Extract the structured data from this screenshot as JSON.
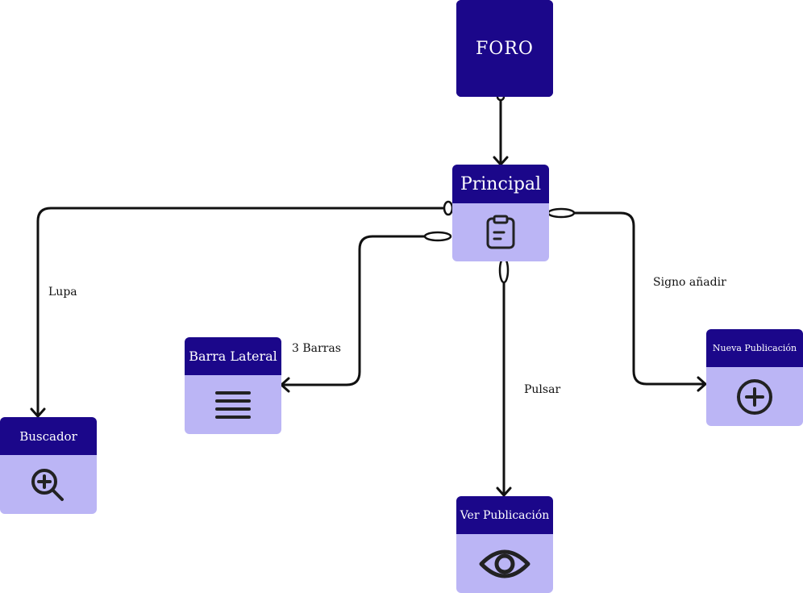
{
  "colors": {
    "header": "#1b078a",
    "body": "#bbb5f5",
    "edge": "#111111",
    "icon": "#222222"
  },
  "nodes": {
    "foro": {
      "title": "FORO"
    },
    "principal": {
      "title": "Principal",
      "icon": "clipboard-icon"
    },
    "buscador": {
      "title": "Buscador",
      "icon": "zoom-in-icon"
    },
    "barra_lateral": {
      "title": "Barra Lateral",
      "icon": "menu-bars-icon"
    },
    "ver_publicacion": {
      "title": "Ver Publicación",
      "icon": "eye-icon"
    },
    "nueva_publicacion": {
      "title": "Nueva Publicación",
      "icon": "plus-circle-icon"
    }
  },
  "edges": [
    {
      "from": "foro",
      "to": "principal",
      "label": ""
    },
    {
      "from": "principal",
      "to": "buscador",
      "label": "Lupa"
    },
    {
      "from": "principal",
      "to": "barra_lateral",
      "label": "3 Barras"
    },
    {
      "from": "principal",
      "to": "ver_publicacion",
      "label": "Pulsar"
    },
    {
      "from": "principal",
      "to": "nueva_publicacion",
      "label": "Signo añadir"
    }
  ]
}
